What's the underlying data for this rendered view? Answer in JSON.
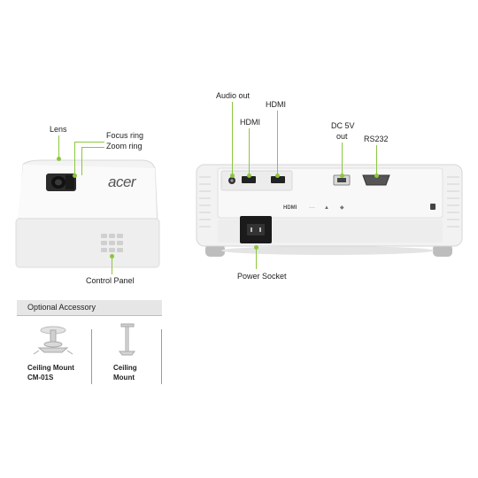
{
  "front": {
    "brand": "acer",
    "labels": {
      "lens": "Lens",
      "focus_ring": "Focus ring",
      "zoom_ring": "Zoom ring",
      "control_panel": "Control Panel"
    }
  },
  "rear": {
    "labels": {
      "audio_out": "Audio out",
      "hdmi_1": "HDMI",
      "hdmi_2": "HDMI",
      "dc_5v": "DC 5V",
      "dc_5v_out": "out",
      "rs232": "RS232",
      "power_socket": "Power Socket"
    }
  },
  "accessories": {
    "title": "Optional Accessory",
    "items": [
      {
        "name_line1": "Ceiling Mount",
        "name_line2": "CM-01S"
      },
      {
        "name_line1": "Ceiling",
        "name_line2": "Mount"
      }
    ]
  },
  "colors": {
    "callout": "#8cc63f",
    "body": "#f4f4f4",
    "panel": "#e9e9e9"
  }
}
